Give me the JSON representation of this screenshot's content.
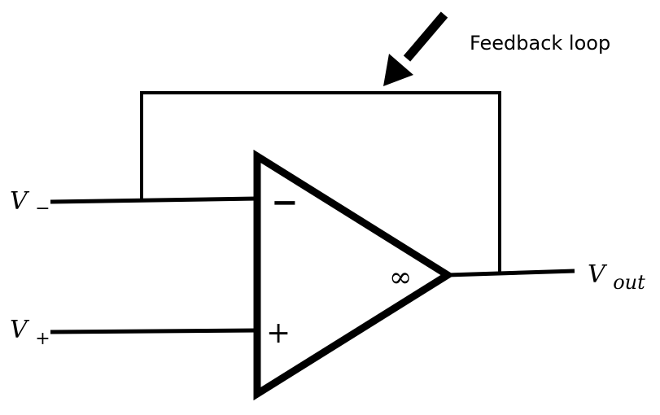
{
  "annotation": {
    "label": "Feedback loop"
  },
  "terminals": {
    "inverting": {
      "symbol": "V",
      "subscript": "−"
    },
    "non_inverting": {
      "symbol": "V",
      "subscript": "+"
    },
    "output": {
      "symbol": "V",
      "subscript": "out"
    }
  },
  "op_amp": {
    "minus_sign": "−",
    "plus_sign": "+",
    "gain_symbol": "∞"
  },
  "colors": {
    "stroke": "#000000",
    "background": "#ffffff"
  }
}
